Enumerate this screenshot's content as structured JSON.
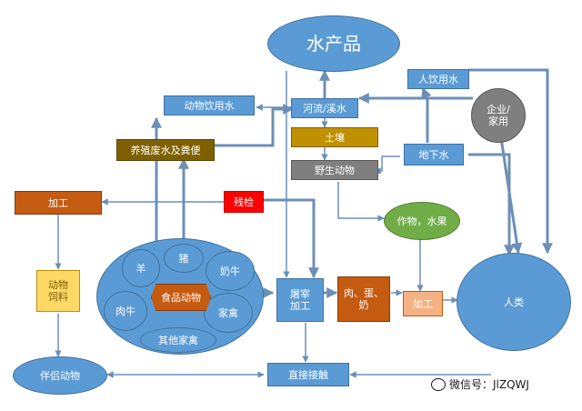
{
  "nodes": {
    "aquatic": "水产品",
    "human_water": "人饮用水",
    "enterprise": "企业/\n家用",
    "animal_water": "动物饮用水",
    "river": "河流/溪水",
    "soil": "土壤",
    "manure": "养殖废水及粪便",
    "wildlife": "野生动物",
    "groundwater": "地下水",
    "processing_left": "加工",
    "residue": "残检",
    "crops": "作物，水果",
    "feed": "动物\n饲料",
    "food_animals": "食品动物",
    "sheep": "羊",
    "pig": "猪",
    "dairy_cow": "奶牛",
    "beef_cattle": "肉牛",
    "poultry": "家禽",
    "other_poultry": "其他家禽",
    "slaughter": "屠宰\n加工",
    "meat_egg_milk": "肉、蛋、\n奶",
    "processing_right": "加工",
    "humans": "人类",
    "companion": "伴侣动物",
    "direct_contact": "直接接触"
  },
  "watermark": "微信号：JlZQWJ",
  "colors": {
    "blue": "#5b9bd5",
    "orange": "#c55a11",
    "gold": "#bf9000",
    "olive": "#7f6000",
    "gray": "#7f7f7f",
    "red": "#ff0000",
    "green": "#70ad47",
    "yellow": "#ffd966",
    "peach": "#f4b183",
    "arrow": "#6d8fb5"
  }
}
